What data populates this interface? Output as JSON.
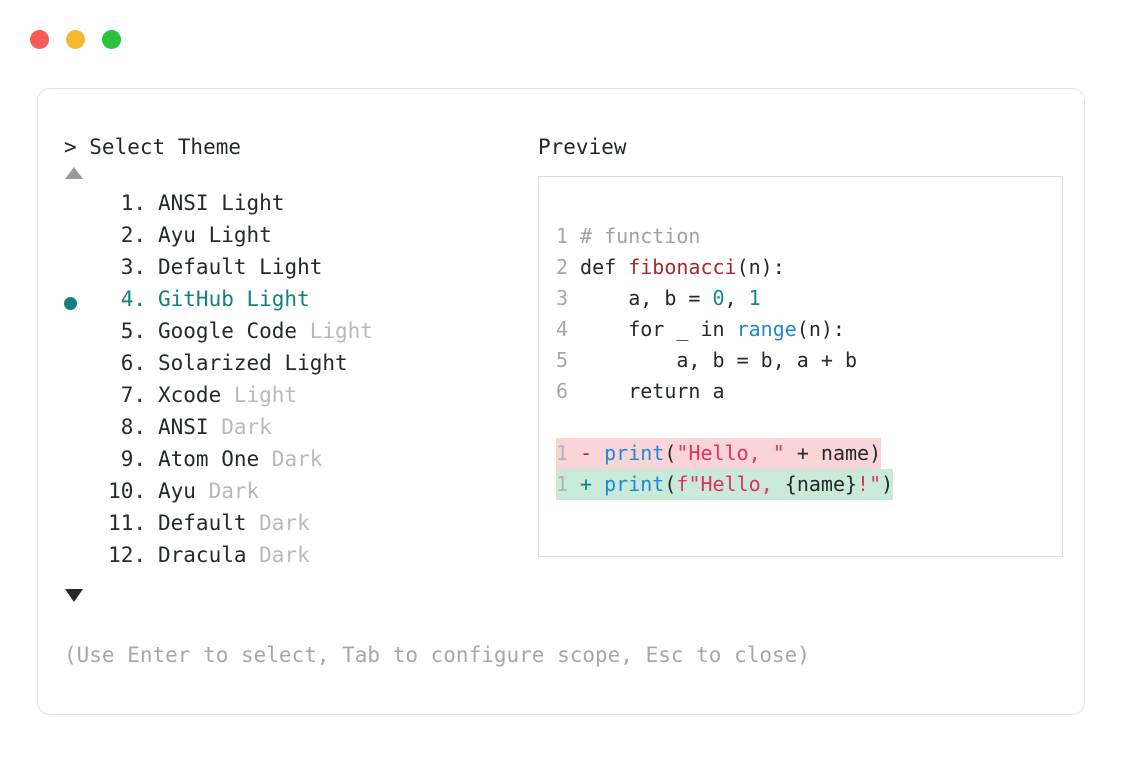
{
  "titlebar": {
    "dots": [
      {
        "name": "close-button",
        "color": "#f65b54"
      },
      {
        "name": "minimize-button",
        "color": "#f5b82e"
      },
      {
        "name": "maximize-button",
        "color": "#27c33f"
      }
    ]
  },
  "left": {
    "prompt": "> Select Theme",
    "scroll_up_icon": "triangle-up-icon",
    "scroll_down_icon": "triangle-down-icon",
    "selected_index": 4,
    "accent_color": "#11807f",
    "items": [
      {
        "index": "1.",
        "name": "ANSI",
        "suffix": "Light",
        "dim": false,
        "selected": false
      },
      {
        "index": "2.",
        "name": "Ayu",
        "suffix": "Light",
        "dim": false,
        "selected": false
      },
      {
        "index": "3.",
        "name": "Default",
        "suffix": "Light",
        "dim": false,
        "selected": false
      },
      {
        "index": "4.",
        "name": "GitHub",
        "suffix": "Light",
        "dim": false,
        "selected": true
      },
      {
        "index": "5.",
        "name": "Google Code",
        "suffix": "Light",
        "dim": true,
        "selected": false
      },
      {
        "index": "6.",
        "name": "Solarized",
        "suffix": "Light",
        "dim": false,
        "selected": false
      },
      {
        "index": "7.",
        "name": "Xcode",
        "suffix": "Light",
        "dim": true,
        "selected": false
      },
      {
        "index": "8.",
        "name": "ANSI",
        "suffix": "Dark",
        "dim": true,
        "selected": false
      },
      {
        "index": "9.",
        "name": "Atom One",
        "suffix": "Dark",
        "dim": true,
        "selected": false
      },
      {
        "index": "10.",
        "name": "Ayu",
        "suffix": "Dark",
        "dim": true,
        "selected": false
      },
      {
        "index": "11.",
        "name": "Default",
        "suffix": "Dark",
        "dim": true,
        "selected": false
      },
      {
        "index": "12.",
        "name": "Dracula",
        "suffix": "Dark",
        "dim": true,
        "selected": false
      }
    ]
  },
  "right": {
    "label": "Preview",
    "code": {
      "lines": [
        {
          "num": "1",
          "tokens": [
            {
              "t": " ",
              "c": "plain"
            },
            {
              "t": "# function",
              "c": "comment"
            }
          ]
        },
        {
          "num": "2",
          "tokens": [
            {
              "t": " ",
              "c": "plain"
            },
            {
              "t": "def ",
              "c": "keyword"
            },
            {
              "t": "fibonacci",
              "c": "func"
            },
            {
              "t": "(n):",
              "c": "plain"
            }
          ]
        },
        {
          "num": "3",
          "tokens": [
            {
              "t": "     a, b = ",
              "c": "plain"
            },
            {
              "t": "0",
              "c": "num"
            },
            {
              "t": ", ",
              "c": "plain"
            },
            {
              "t": "1",
              "c": "num"
            }
          ]
        },
        {
          "num": "4",
          "tokens": [
            {
              "t": "     for _ in ",
              "c": "plain"
            },
            {
              "t": "range",
              "c": "builtin"
            },
            {
              "t": "(n):",
              "c": "plain"
            }
          ]
        },
        {
          "num": "5",
          "tokens": [
            {
              "t": "         a, b = b, a + b",
              "c": "plain"
            }
          ]
        },
        {
          "num": "6",
          "tokens": [
            {
              "t": "     return a",
              "c": "plain"
            }
          ]
        }
      ],
      "diff": [
        {
          "num": "1",
          "kind": "del",
          "sign": "-",
          "tokens": [
            {
              "t": " ",
              "c": "plain"
            },
            {
              "t": "print",
              "c": "builtin"
            },
            {
              "t": "(",
              "c": "plain"
            },
            {
              "t": "\"Hello, \"",
              "c": "string"
            },
            {
              "t": " + name)",
              "c": "plain"
            }
          ]
        },
        {
          "num": "1",
          "kind": "add",
          "sign": "+",
          "tokens": [
            {
              "t": " ",
              "c": "plain"
            },
            {
              "t": "print",
              "c": "builtin"
            },
            {
              "t": "(",
              "c": "plain"
            },
            {
              "t": "f\"Hello, ",
              "c": "string"
            },
            {
              "t": "{name}",
              "c": "plain"
            },
            {
              "t": "!\"",
              "c": "string"
            },
            {
              "t": ")",
              "c": "plain"
            }
          ]
        }
      ]
    }
  },
  "footer": {
    "hint": "(Use Enter to select, Tab to configure scope, Esc to close)"
  }
}
